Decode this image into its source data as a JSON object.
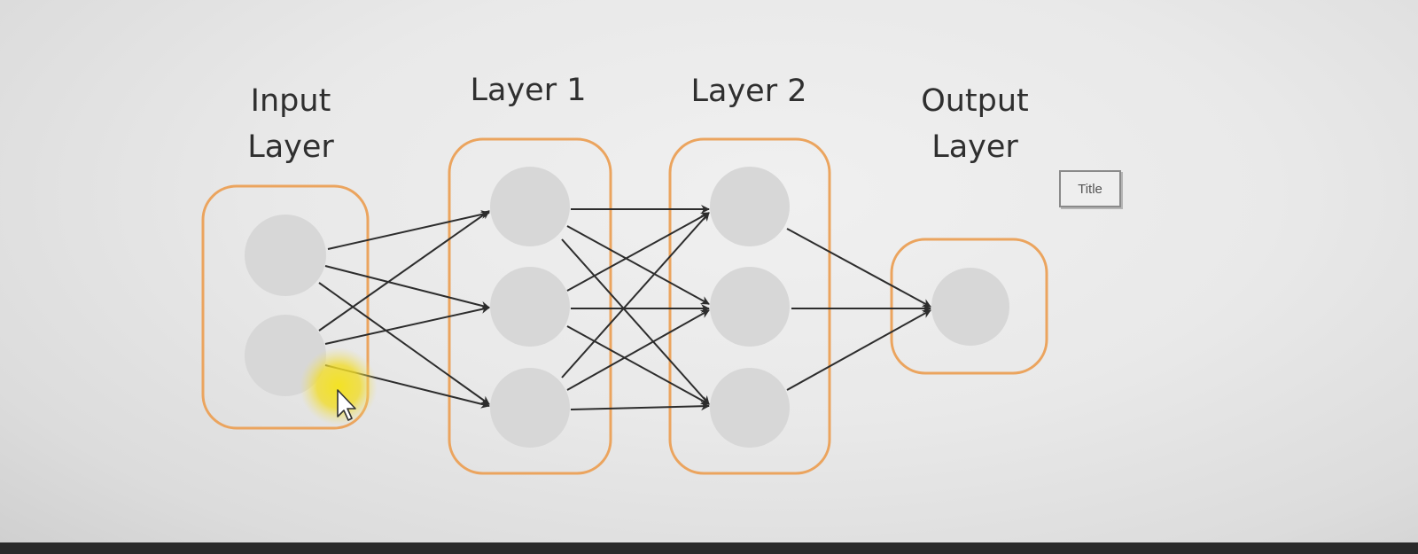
{
  "layers": [
    {
      "id": "input",
      "label": "Input\nLayer",
      "neurons": 2
    },
    {
      "id": "layer1",
      "label": "Layer 1",
      "neurons": 3
    },
    {
      "id": "layer2",
      "label": "Layer 2",
      "neurons": 3
    },
    {
      "id": "output",
      "label": "Output\nLayer",
      "neurons": 1
    }
  ],
  "title_placeholder": "Title",
  "colors": {
    "layer_border": "#eba45e",
    "neuron_fill": "#d7d7d7",
    "connection": "#2d2d2d",
    "cursor_highlight": "#f4e21a"
  }
}
